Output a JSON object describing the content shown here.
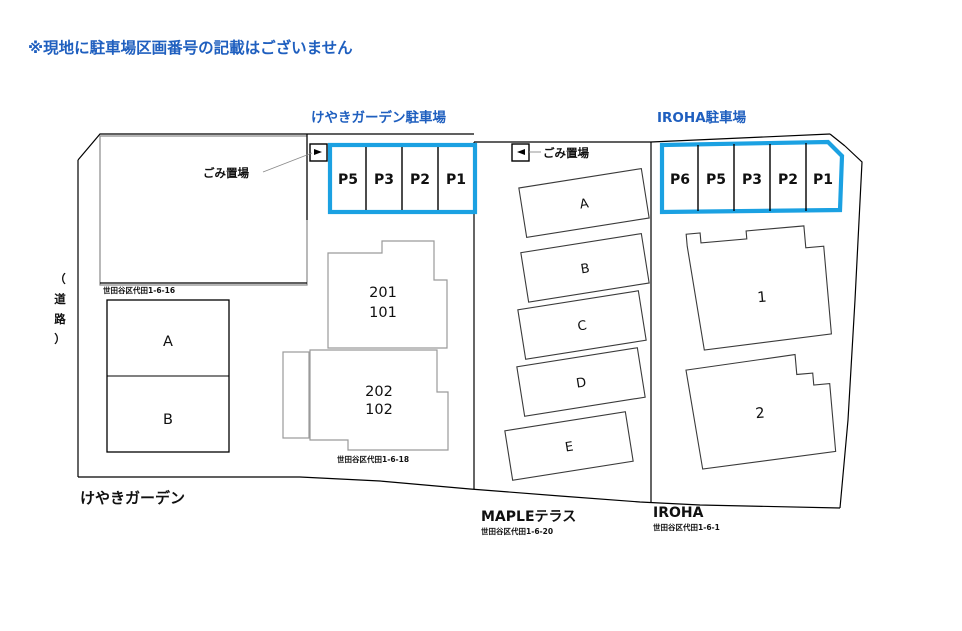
{
  "header": {
    "note": "※現地に駐車場区画番号の記載はございません",
    "note_color": "#1f5fbf"
  },
  "accent_color": "#1ba1e2",
  "road_label": {
    "open_paren": "（",
    "char1": "道",
    "char2": "路",
    "close_paren": "）"
  },
  "parking_lots": [
    {
      "title": "けやきガーデン駐車場",
      "stalls": [
        "P5",
        "P3",
        "P2",
        "P1"
      ]
    },
    {
      "title": "IROHA駐車場",
      "stalls": [
        "P6",
        "P5",
        "P3",
        "P2",
        "P1"
      ]
    }
  ],
  "trash_labels": [
    {
      "label": "ごみ置場"
    },
    {
      "label": "ごみ置場"
    }
  ],
  "buildings": {
    "keyaki_ab": {
      "address": "世田谷区代田1-6-16",
      "units": [
        "A",
        "B"
      ]
    },
    "keyaki_units": {
      "address": "世田谷区代田1-6-18",
      "upper": [
        "201",
        "101"
      ],
      "lower": [
        "202",
        "102"
      ]
    },
    "maple_units": [
      "A",
      "B",
      "C",
      "D",
      "E"
    ],
    "iroha_units": [
      "1",
      "2"
    ]
  },
  "properties": [
    {
      "name": "けやきガーデン",
      "address": ""
    },
    {
      "name": "MAPLEテラス",
      "address": "世田谷区代田1-6-20"
    },
    {
      "name": "IROHA",
      "address": "世田谷区代田1-6-1"
    }
  ]
}
